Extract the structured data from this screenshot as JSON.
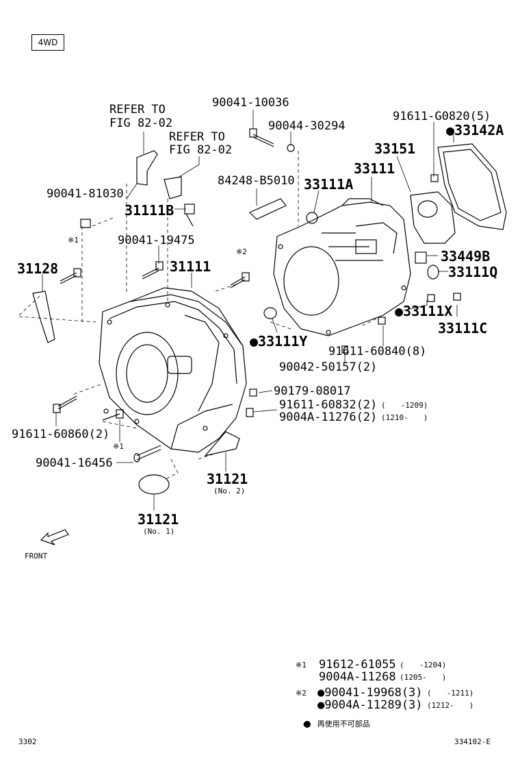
{
  "header": {
    "variant_badge": "4WD"
  },
  "references": [
    {
      "id": "ref1",
      "line1": "REFER TO",
      "line2": "FIG 82-02"
    },
    {
      "id": "ref2",
      "line1": "REFER TO",
      "line2": "FIG 82-02"
    }
  ],
  "callouts": {
    "p90041_10036": "90041-10036",
    "p90044_30294": "90044-30294",
    "p91611_G0820": "91611-G0820(5)",
    "p33142A": "●33142A",
    "p33151": "33151",
    "p33111": "33111",
    "p84248_B5010": "84248-B5010",
    "p33111A": "33111A",
    "p90041_81030": "90041-81030",
    "p31111B": "31111B",
    "p90041_19475": "90041-19475",
    "p31111": "31111",
    "note1_a": "※1",
    "note2_a": "※2",
    "p31128": "31128",
    "p33449B": "33449B",
    "p33111Q": "33111Q",
    "p33111X": "●33111X",
    "p33111C": "33111C",
    "p33111Y": "●33111Y",
    "p91611_60840": "91611-60840(8)",
    "p90042_50157": "90042-50157(2)",
    "p90179_08017": "90179-08017",
    "p91611_60832": "91611-60832(2)",
    "p91611_60832_range": "(　　-1209)",
    "p9004A_11276": "9004A-11276(2)",
    "p9004A_11276_range": "(1210-　　)",
    "p91611_60860": "91611-60860(2)",
    "note1_b": "※1",
    "p90041_16456": "90041-16456",
    "p31121_no2": "31121",
    "p31121_no2_sub": "(No. 2)",
    "p31121_no1": "31121",
    "p31121_no1_sub": "(No. 1)",
    "front": "FRONT"
  },
  "legend": {
    "n1_mark": "※1",
    "n1_l1_part": "91612-61055",
    "n1_l1_range": "(　　-1204)",
    "n1_l2_part": "9004A-11268",
    "n1_l2_range": "(1205-　　)",
    "n2_mark": "※2",
    "n2_l1_part": "●90041-19968(3)",
    "n2_l1_range": "(　　-1211)",
    "n2_l2_part": "●9004A-11289(3)",
    "n2_l2_range": "(1212-　　)",
    "bullet_note": "●　再使用不可部品"
  },
  "footer": {
    "page_code": "3302",
    "figure_code": "334102-E"
  }
}
